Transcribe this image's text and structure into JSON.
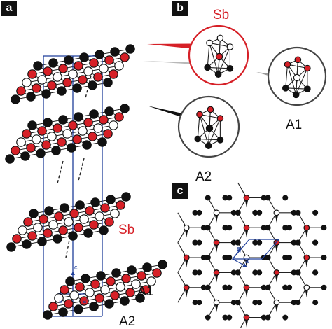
{
  "panels": {
    "a": "a",
    "b": "b",
    "c": "c"
  },
  "labels": {
    "sb_b": "Sb",
    "sb_a": "Sb",
    "a1_b": "A1",
    "a2_b": "A2",
    "a1_a": "A1",
    "a2_a": "A2"
  },
  "axes": {
    "a_a": "a",
    "a_aprime": "a'",
    "a_c": "c",
    "c_a": "a",
    "c_aprime": "a'"
  },
  "colors": {
    "sb": "#d62027",
    "atom_black": "#111111",
    "atom_white": "#ffffff",
    "cell": "#1f3f9a",
    "bond": "#222222"
  },
  "icons": {
    "circle_inset": "zoom-circle-icon"
  }
}
